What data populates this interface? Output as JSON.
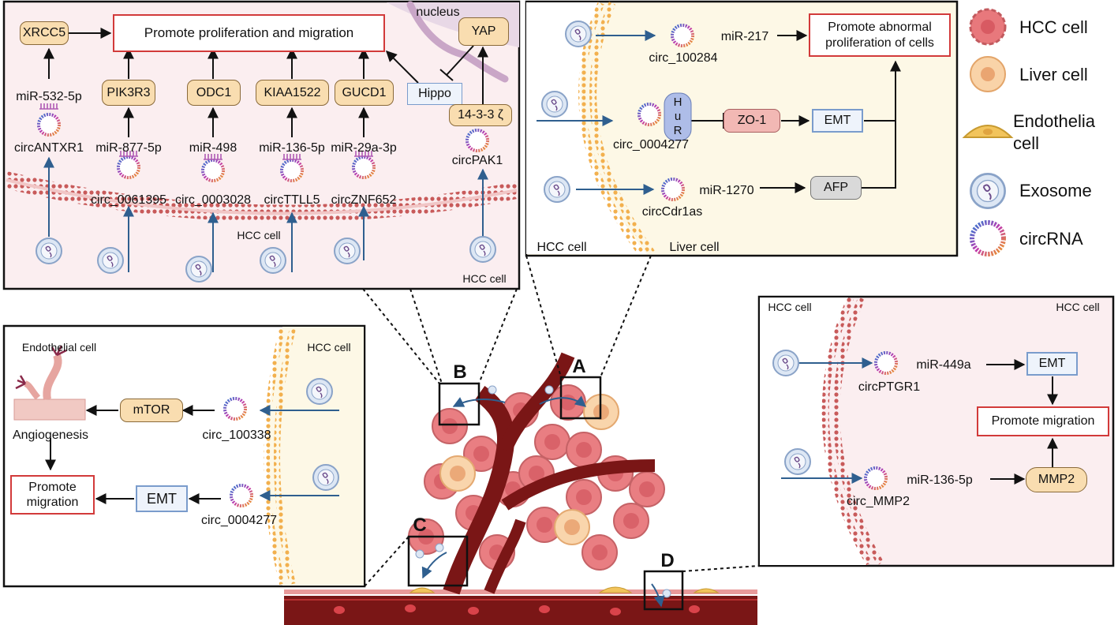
{
  "panelB": {
    "hcc_label": "HCC cell",
    "hcc_label_br": "HCC cell",
    "nucleus": "nucleus",
    "promote": "Promote proliferation and migration",
    "xrcc5": "XRCC5",
    "pik3r3": "PIK3R3",
    "odc1": "ODC1",
    "kiaa1522": "KIAA1522",
    "gucd1": "GUCD1",
    "yap": "YAP",
    "hippo": "Hippo",
    "p1433": "14-3-3 ζ",
    "mir532": "miR-532-5p",
    "mir877": "miR-877-5p",
    "mir498": "miR-498",
    "mir136": "miR-136-5p",
    "mir29a": "miR-29a-3p",
    "circantxr1": "circANTXR1",
    "circ0061395": "circ_0061395",
    "circ0003028": "circ_0003028",
    "circttll5": "circTTLL5",
    "circznf652": "circZNF652",
    "circpak1": "circPAK1"
  },
  "panelA": {
    "promote": "Promote abnormal proliferation of cells",
    "mir217": "miR-217",
    "circ100284": "circ_100284",
    "hur": "HuR",
    "zo1": "ZO-1",
    "emt": "EMT",
    "circ0004277": "circ_0004277",
    "mir1270": "miR-1270",
    "afp": "AFP",
    "circcdr1as": "circCdr1as",
    "hcc_label": "HCC cell",
    "liver_label": "Liver cell"
  },
  "legend": {
    "hcc": "HCC cell",
    "liver": "Liver cell",
    "endothelia": "Endothelia cell",
    "exosome": "Exosome",
    "circrna": "circRNA"
  },
  "panelC": {
    "endothelial": "Endothelial cell",
    "hcc": "HCC cell",
    "angiogenesis": "Angiogenesis",
    "mtor": "mTOR",
    "circ100338": "circ_100338",
    "promote": "Promote migration",
    "emt": "EMT",
    "circ0004277": "circ_0004277"
  },
  "panelD": {
    "hcc_left": "HCC cell",
    "hcc_right": "HCC cell",
    "mir449a": "miR-449a",
    "circptgr1": "circPTGR1",
    "emt": "EMT",
    "promote": "Promote migration",
    "mir136": "miR-136-5p",
    "mmp2": "MMP2",
    "circmmp2": "circ_MMP2"
  },
  "center": {
    "labelA": "A",
    "labelB": "B",
    "labelC": "C",
    "labelD": "D"
  },
  "colors": {
    "hcc_cell": "#e8787c",
    "liver_cell": "#f5c99a",
    "vessel": "#7a1616",
    "promote_border": "#d23a3a",
    "membrane_red": "#c85a5a",
    "membrane_orange": "#f2b04e",
    "arrow_blue": "#2f5f8f"
  }
}
